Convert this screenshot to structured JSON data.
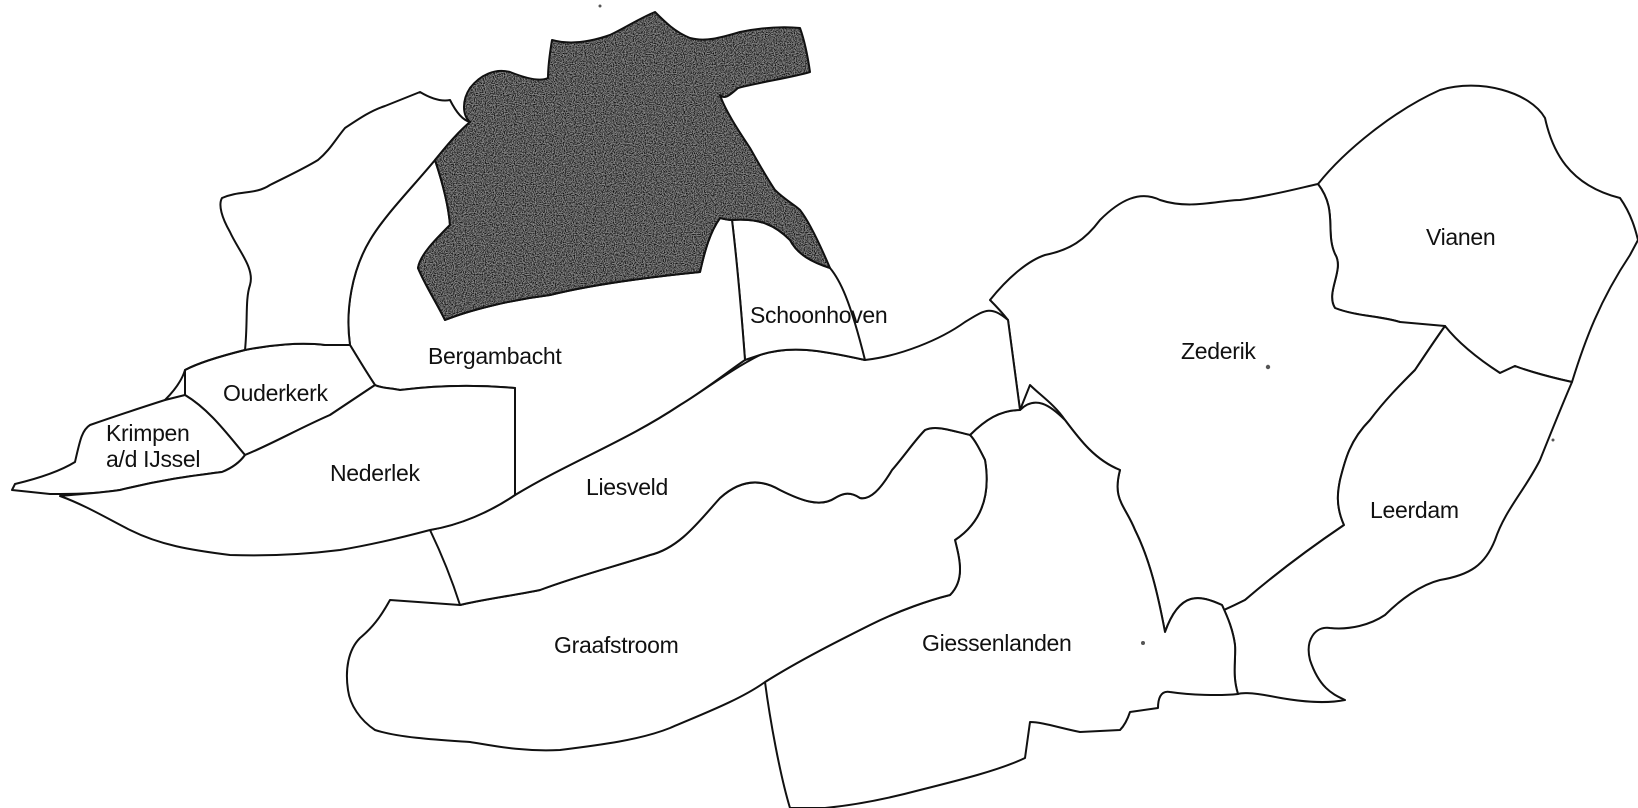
{
  "map": {
    "highlight_color": "#111111",
    "regions": [
      {
        "key": "city",
        "label": "",
        "highlighted": true
      },
      {
        "key": "bergambacht",
        "label": "Bergambacht",
        "highlighted": false
      },
      {
        "key": "schoonhoven",
        "label": "Schoonhoven",
        "highlighted": false
      },
      {
        "key": "ouderkerk",
        "label": "Ouderkerk",
        "highlighted": false
      },
      {
        "key": "krimpen",
        "label_line1": "Krimpen",
        "label_line2": "a/d IJssel",
        "highlighted": false
      },
      {
        "key": "nederlek",
        "label": "Nederlek",
        "highlighted": false
      },
      {
        "key": "liesveld",
        "label": "Liesveld",
        "highlighted": false
      },
      {
        "key": "graafstroom",
        "label": "Graafstroom",
        "highlighted": false
      },
      {
        "key": "giessenlanden",
        "label": "Giessenlanden",
        "highlighted": false
      },
      {
        "key": "zederik",
        "label": "Zederik",
        "highlighted": false
      },
      {
        "key": "vianen",
        "label": "Vianen",
        "highlighted": false
      },
      {
        "key": "leerdam",
        "label": "Leerdam",
        "highlighted": false
      }
    ]
  }
}
